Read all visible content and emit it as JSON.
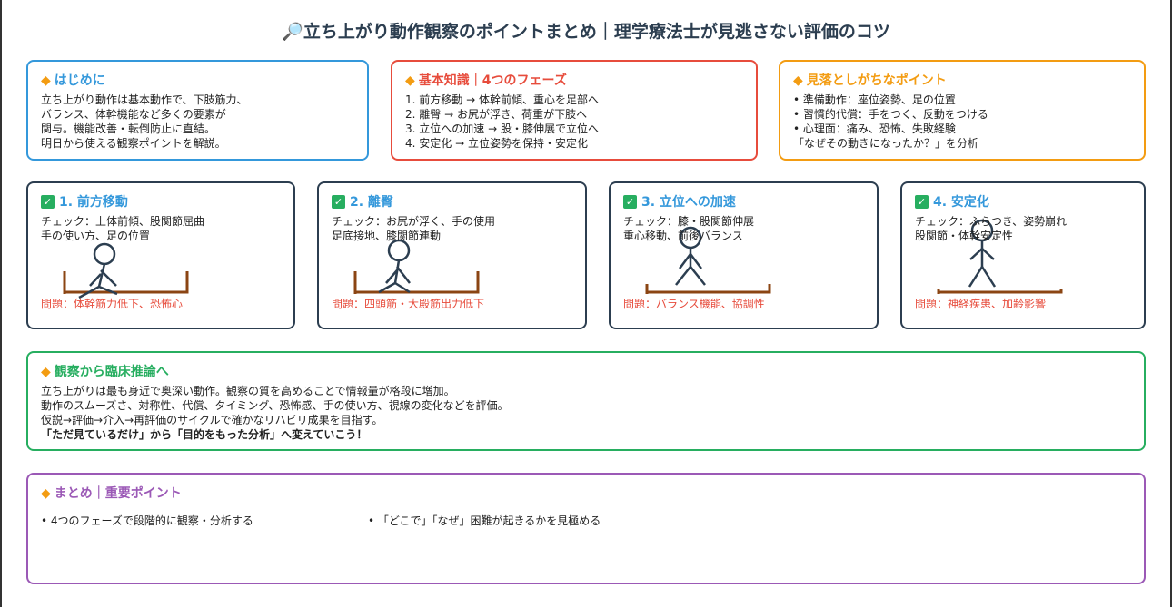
{
  "title": "🔎立ち上がり動作観察のポイントまとめ｜理学療法士が見逃さない評価のコツ",
  "intro": {
    "heading": "はじめに",
    "lines": [
      "立ち上がり動作は基本動作で、下肢筋力、",
      "バランス、体幹機能など多くの要素が",
      "関与。機能改善・転倒防止に直結。",
      "明日から使える観察ポイントを解説。"
    ]
  },
  "basics": {
    "heading": "基本知識｜4つのフェーズ",
    "lines": [
      "1. 前方移動 → 体幹前傾、重心を足部へ",
      "2. 離臀 → お尻が浮き、荷重が下肢へ",
      "3. 立位への加速 → 股・膝伸展で立位へ",
      "4. 安定化 → 立位姿勢を保持・安定化"
    ]
  },
  "pitfalls": {
    "heading": "見落としがちなポイント",
    "lines": [
      "• 準備動作：座位姿勢、足の位置",
      "• 習慣的代償：手をつく、反動をつける",
      "• 心理面：痛み、恐怖、失敗経験",
      "「なぜその動きになったか？」を分析"
    ]
  },
  "phases": [
    {
      "heading": "1. 前方移動",
      "lines": [
        "チェック：上体前傾、股関節屈曲",
        "手の使い方、足の位置"
      ],
      "problem": "問題：体幹筋力低下、恐怖心"
    },
    {
      "heading": "2. 離臀",
      "lines": [
        "チェック：お尻が浮く、手の使用",
        "足底接地、膝関節連動"
      ],
      "problem": "問題：四頭筋・大殿筋出力低下"
    },
    {
      "heading": "3. 立位への加速",
      "lines": [
        "チェック：膝・股関節伸展",
        "重心移動、前後バランス"
      ],
      "problem": "問題：バランス機能、協調性"
    },
    {
      "heading": "4. 安定化",
      "lines": [
        "チェック：ふらつき、姿勢崩れ",
        "股関節・体幹安定性"
      ],
      "problem": "問題：神経疾患、加齢影響"
    }
  ],
  "reasoning": {
    "heading": "観察から臨床推論へ",
    "lines": [
      "立ち上がりは最も身近で奥深い動作。観察の質を高めることで情報量が格段に増加。",
      "動作のスムーズさ、対称性、代償、タイミング、恐怖感、手の使い方、視線の変化などを評価。",
      "仮説→評価→介入→再評価のサイクルで確かなリハビリ成果を目指す。"
    ],
    "emphasis": "「ただ見ているだけ」から「目的をもった分析」へ変えていこう！"
  },
  "summary": {
    "heading": "まとめ｜重要ポイント",
    "items": [
      "• 4つのフェーズで段階的に観察・分析する",
      "• 「どこで」「なぜ」困難が起きるかを見極める"
    ]
  },
  "colors": {
    "blue": "#3498db",
    "red": "#e74c3c",
    "orange": "#f39c12",
    "green": "#27ae60",
    "purple": "#9b59b6",
    "dark": "#2c3e50",
    "chair": "#8b4513"
  }
}
